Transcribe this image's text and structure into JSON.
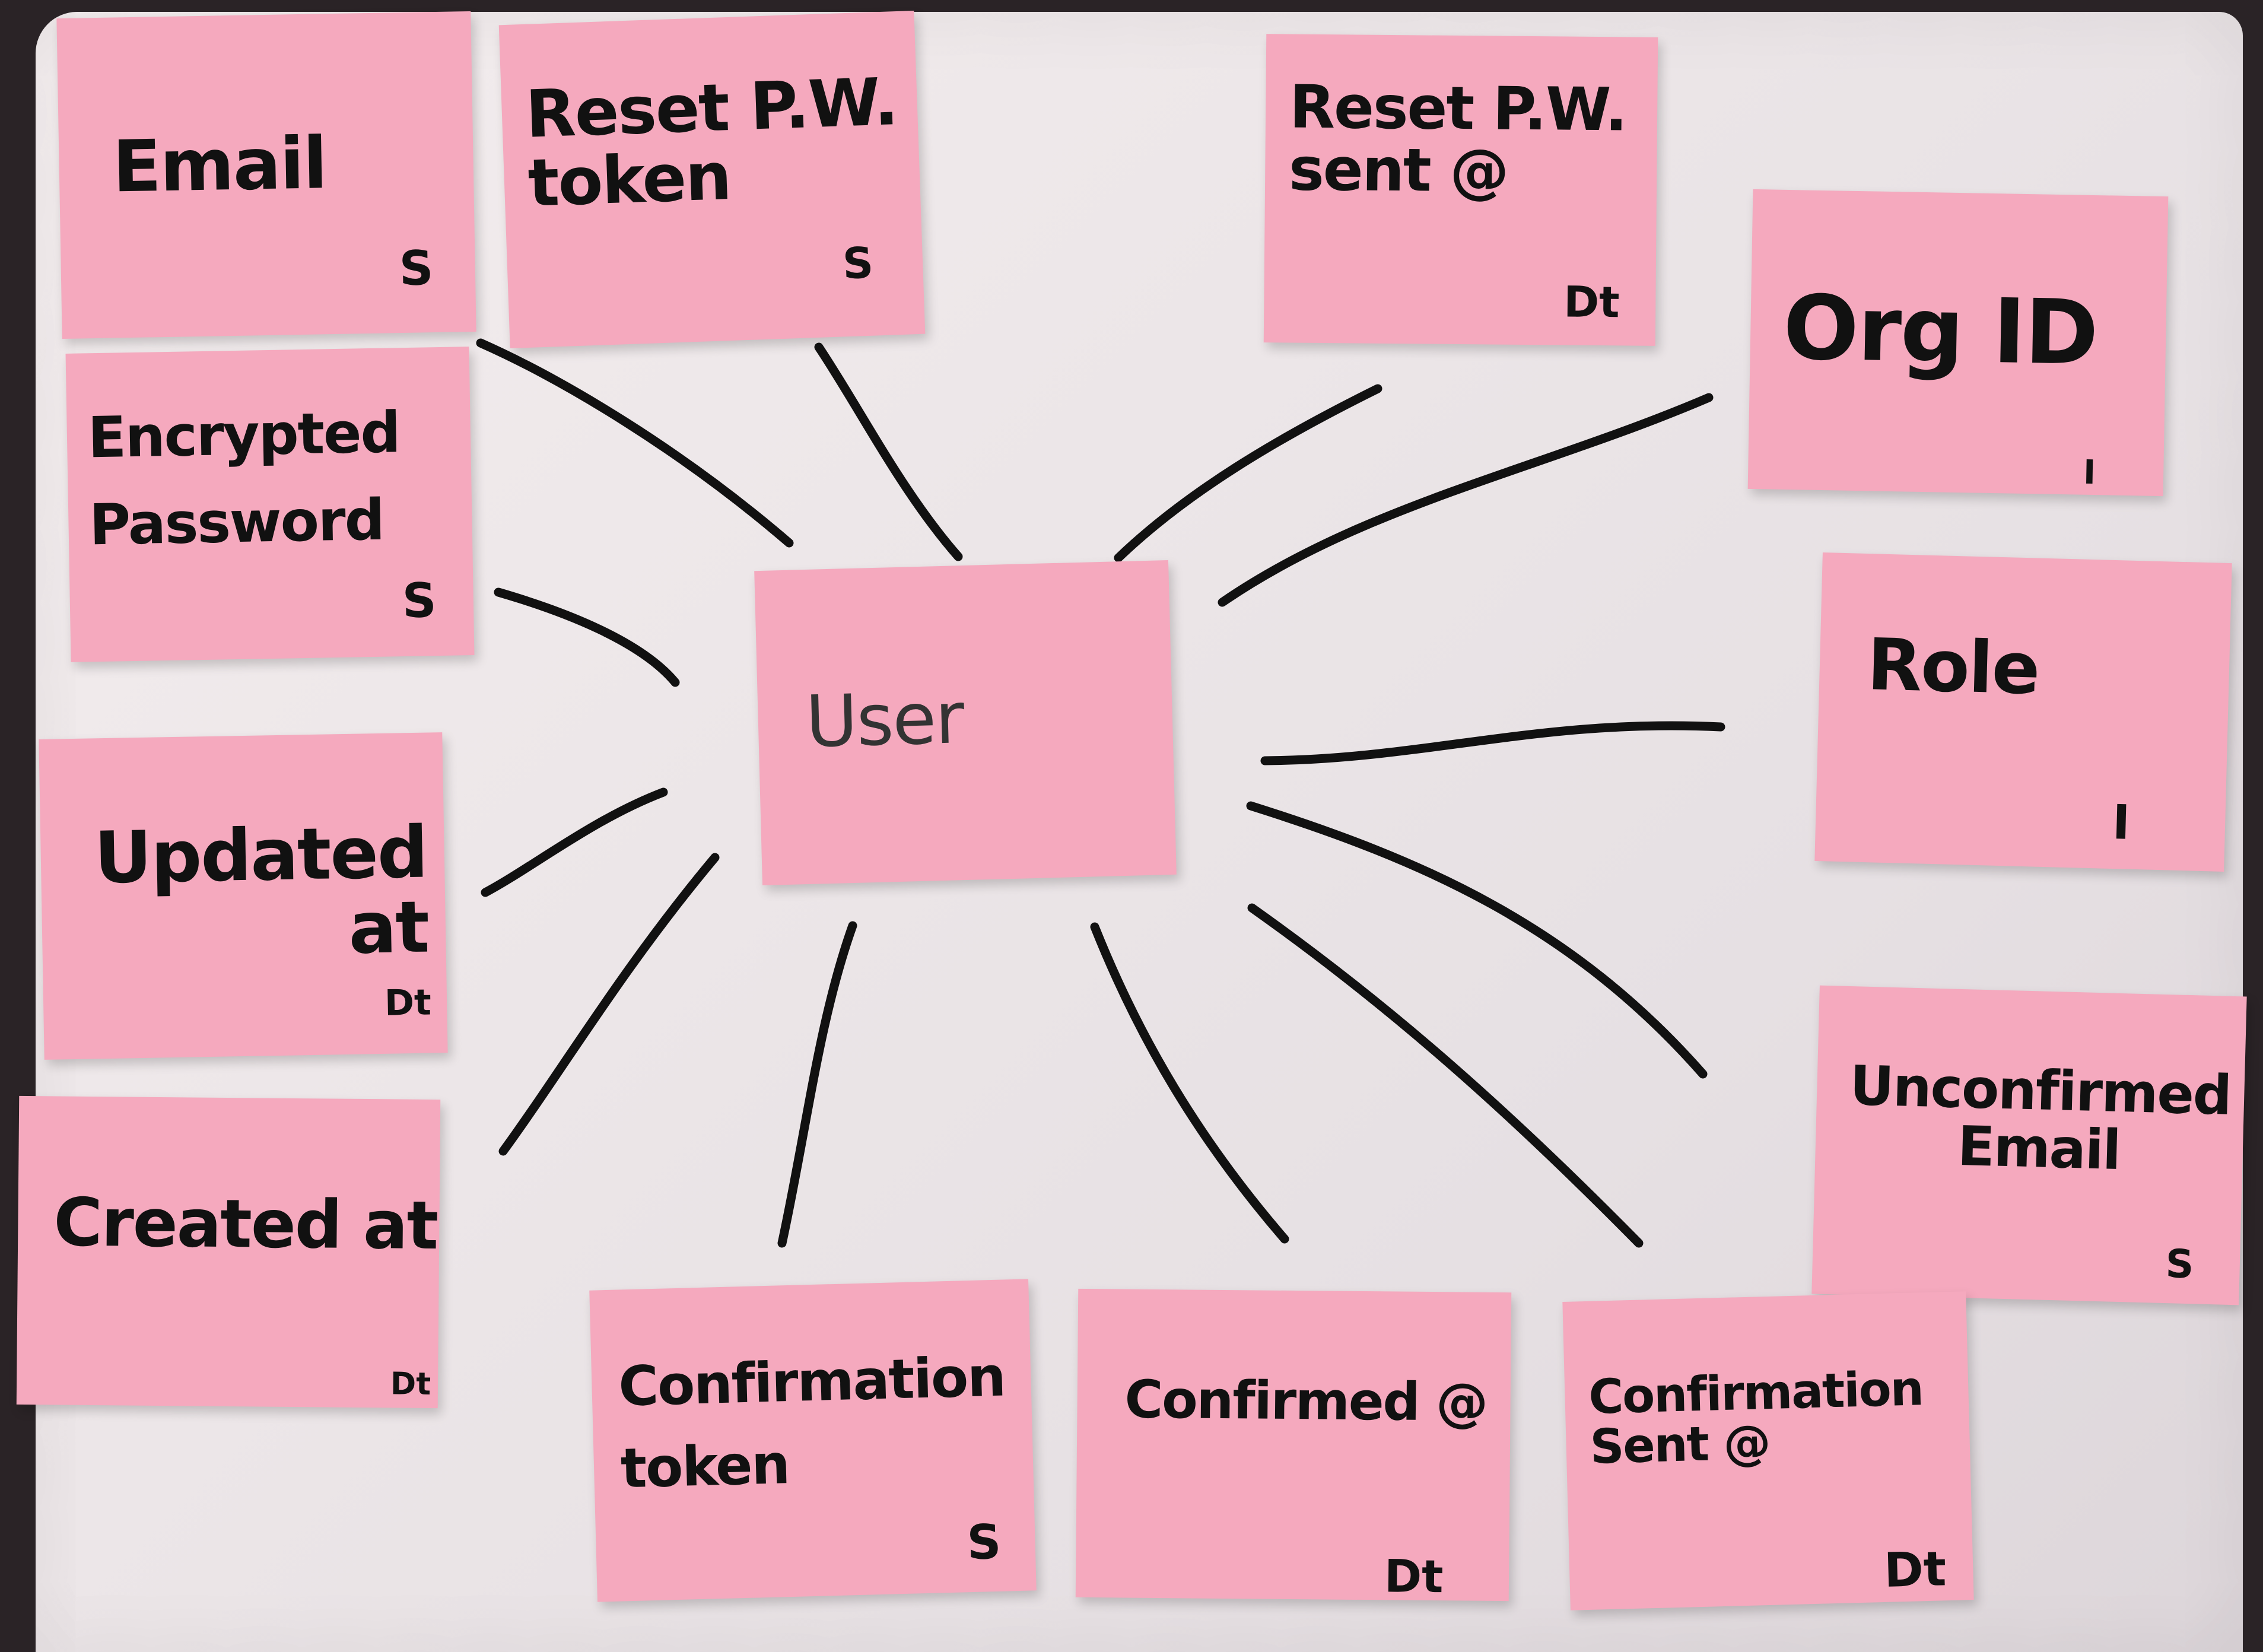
{
  "center": {
    "label": "User"
  },
  "notes": {
    "email": {
      "label": "Email",
      "tag": "S"
    },
    "reset_pw_token": {
      "label": "Reset P.W.\ntoken",
      "tag": "S"
    },
    "reset_pw_sent": {
      "label": "Reset P.W.\nsent @",
      "tag": "Dt"
    },
    "org_id": {
      "label": "Org ID",
      "tag": "I"
    },
    "encrypted_password": {
      "label": "Encrypted\nPassword",
      "tag": "S"
    },
    "role": {
      "label": "Role",
      "tag": "I"
    },
    "updated_at": {
      "label": "Updated\nat",
      "tag": "Dt"
    },
    "unconfirmed_email": {
      "label": "Unconfirmed\nEmail",
      "tag": "S"
    },
    "created_at": {
      "label": "Created at",
      "tag": "Dt"
    },
    "confirmation_token": {
      "label": "Confirmation\ntoken",
      "tag": "S"
    },
    "confirmed_at": {
      "label": "Confirmed @",
      "tag": "Dt"
    },
    "confirmation_sent": {
      "label": "Confirmation\nSent @",
      "tag": "Dt"
    }
  },
  "colors": {
    "sticky_note": "#f5a9be",
    "marker": "#111111",
    "paper": "#ece6e8"
  }
}
